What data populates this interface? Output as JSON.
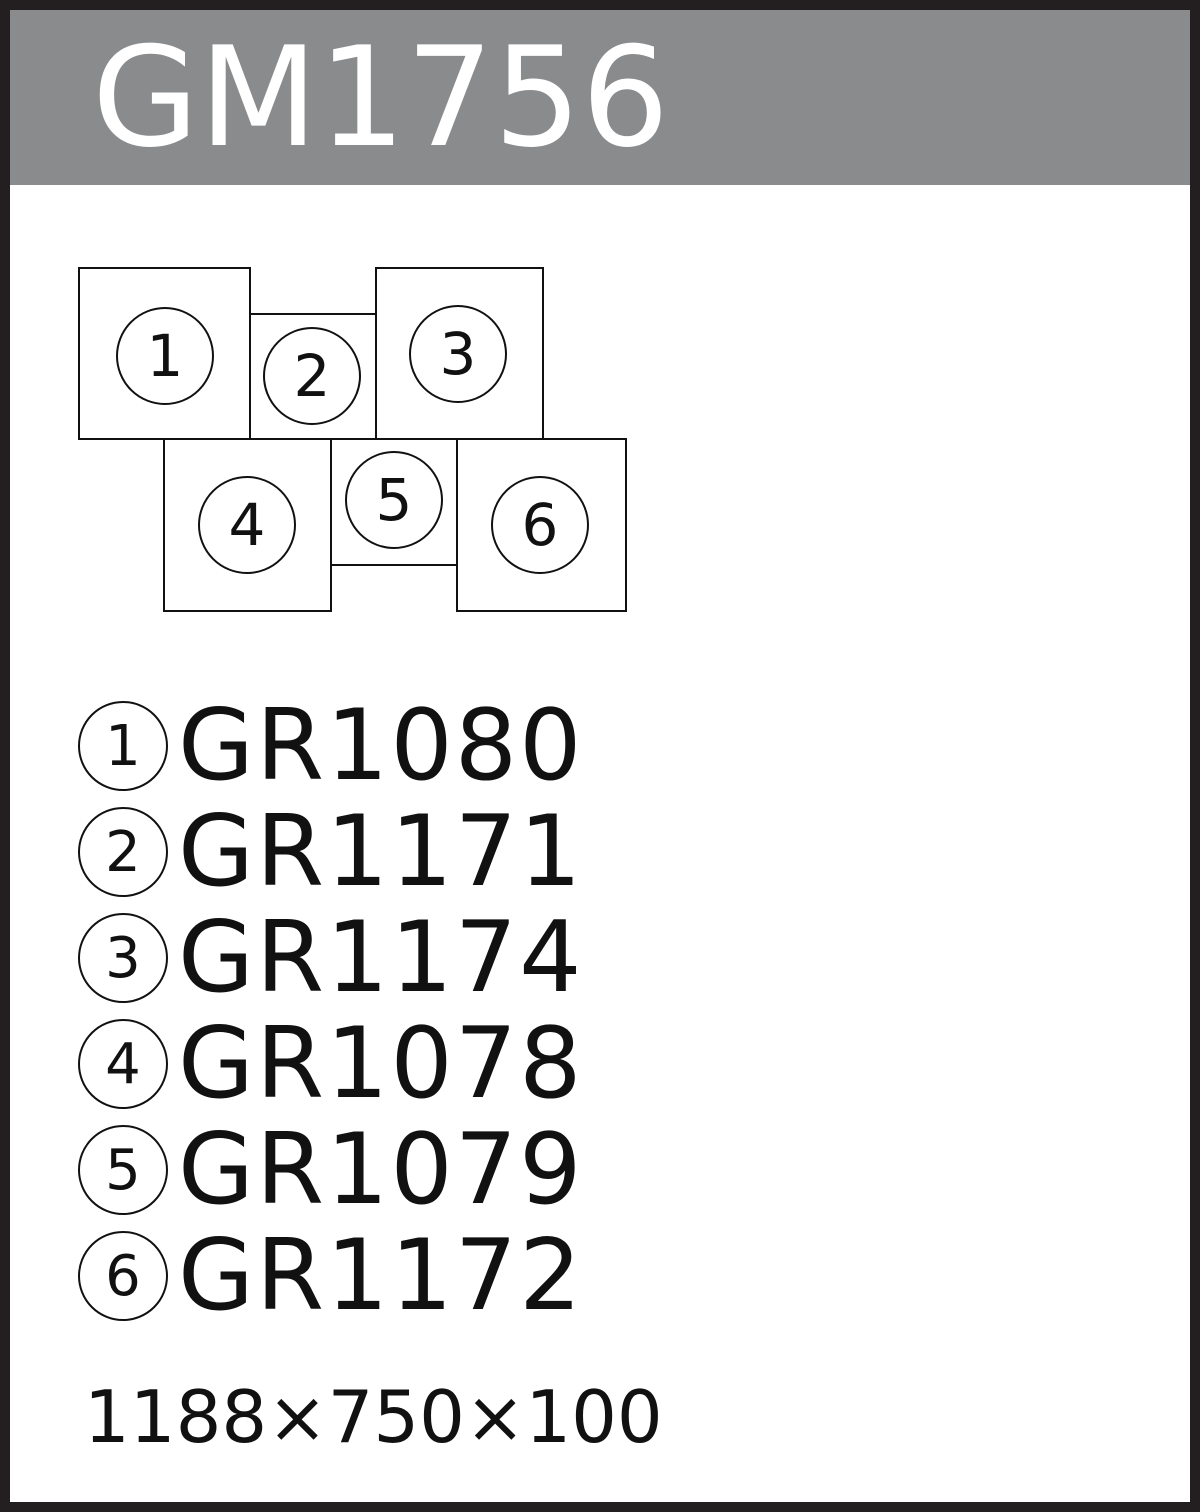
{
  "header": {
    "model_code": "GM1756"
  },
  "layout_diagram": {
    "tiles": [
      {
        "number": "1"
      },
      {
        "number": "2"
      },
      {
        "number": "3"
      },
      {
        "number": "4"
      },
      {
        "number": "5"
      },
      {
        "number": "6"
      }
    ]
  },
  "legend": [
    {
      "number": "1",
      "code": "GR1080"
    },
    {
      "number": "2",
      "code": "GR1171"
    },
    {
      "number": "3",
      "code": "GR1174"
    },
    {
      "number": "4",
      "code": "GR1078"
    },
    {
      "number": "5",
      "code": "GR1079"
    },
    {
      "number": "6",
      "code": "GR1172"
    }
  ],
  "dimensions": "1188×750×100",
  "colors": {
    "header_background": "#8a8b8d",
    "header_text": "#ffffff",
    "border": "#231f20",
    "ink": "#111111"
  }
}
